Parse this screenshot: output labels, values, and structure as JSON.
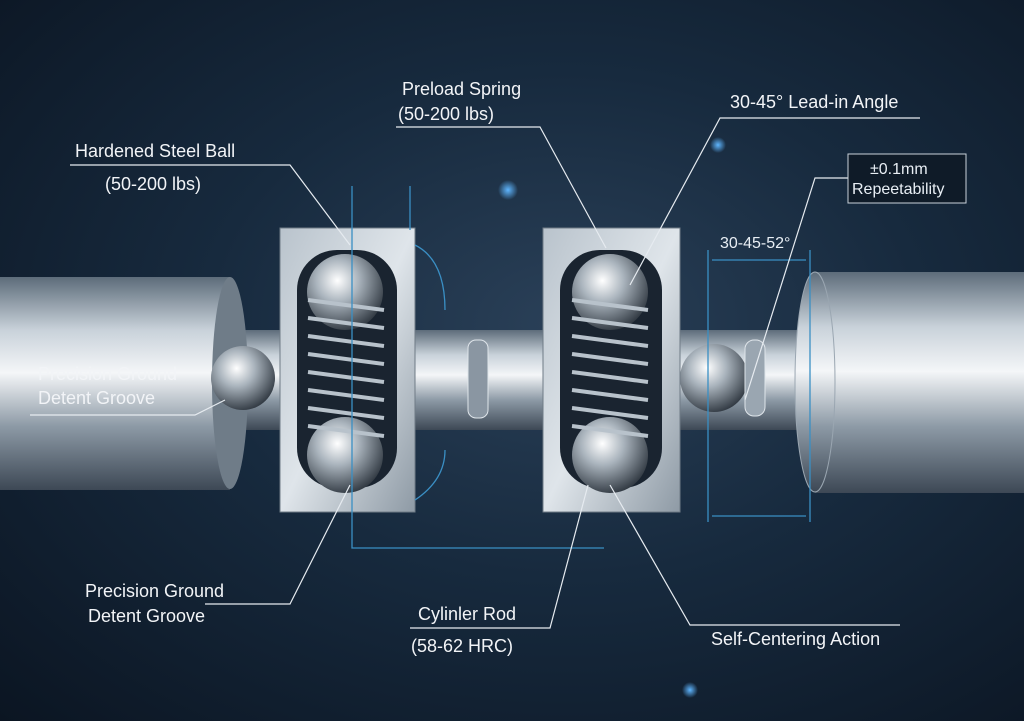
{
  "labels": {
    "hardened_ball_title": "Hardened Steel Ball",
    "hardened_ball_spec": "(50-200 lbs)",
    "preload_title": "Preload Spring",
    "preload_spec": "(50-200 lbs)",
    "lead_in": "30-45° Lead-in Angle",
    "repeat_value": "±0.1mm",
    "repeat_label": "Repeetability",
    "dimension_angle": "30-45-52°",
    "groove_left_1": "Precision Ground",
    "groove_left_2": "Detent Groove",
    "groove_bottom_1": "Precision Ground",
    "groove_bottom_2": "Detent Groove",
    "rod_title": "Cylinler Rod",
    "rod_spec": "(58-62 HRC)",
    "self_centering": "Self-Centering Action"
  },
  "colors": {
    "accent": "#3a8fc4",
    "background": "#172a3e",
    "label": "#f2f4f7"
  }
}
